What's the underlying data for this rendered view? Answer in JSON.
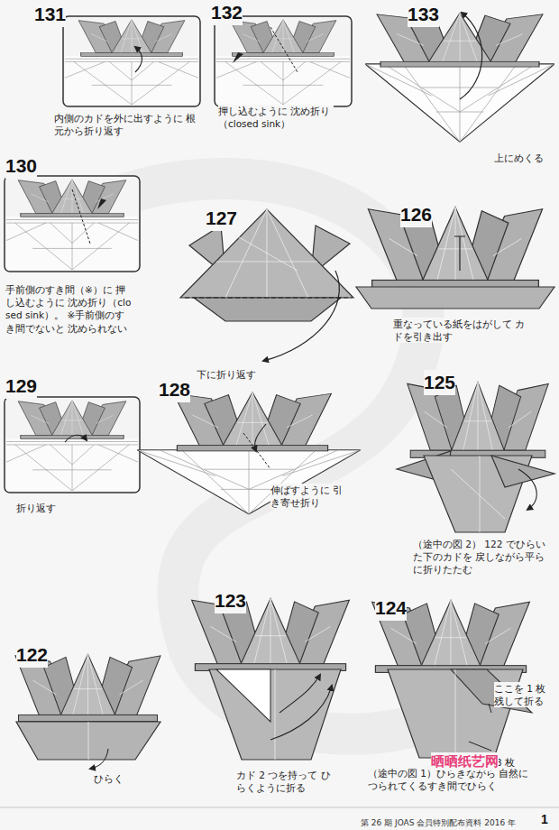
{
  "diagram": {
    "labels": [
      "131",
      "内側のカドを外に出すように 根元から折り返す",
      "132",
      "押し込むように 沈め折り（closed sink）",
      "133",
      "上にめくる",
      "130",
      "手前側のすき間（※）に 押し込むように 沈め折り（closed sink）。 ※手前側のすき間でないと 沈められない",
      "127",
      "下に折り返す",
      "126",
      "重なっている紙をはがして カドを引き出す",
      "129",
      "折り返す",
      "128",
      "伸ばすように 引き寄せ折り",
      "125",
      "（途中の図 2） 122 でひらいた下のカドを 戻しながら平らに折りたたむ",
      "122",
      "ひらく",
      "123",
      "カド 2 つを持って ひらくように折る",
      "124",
      "ここを 1 枚 残して折る",
      "3 枚",
      "（途中の図 1）ひらきながら 自然につられてくるすき間でひらく",
      "晒晒纸艺网",
      "第 26 期 JOAS 会員特別配布資料 2016 年",
      "1"
    ]
  }
}
